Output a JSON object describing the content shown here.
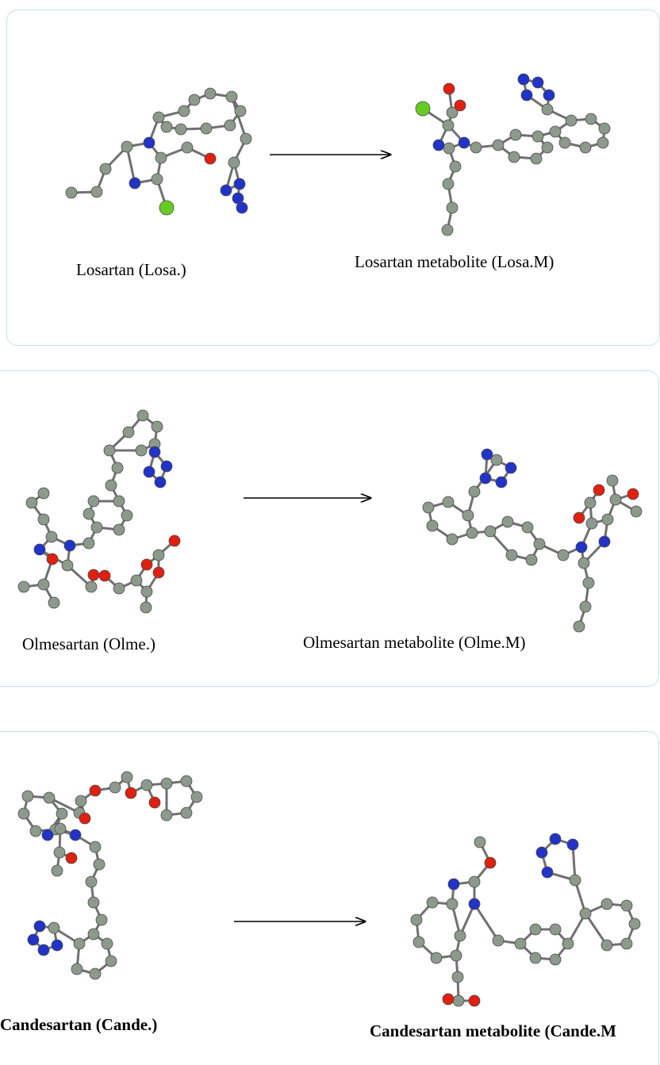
{
  "colors": {
    "carbon": "#8c9a8c",
    "nitrogen": "#2233c8",
    "oxygen": "#e02010",
    "chlorine": "#66cc22",
    "bond": "#707070",
    "panel_border": "#bfe3f0"
  },
  "rows": [
    {
      "parent_label": "Losartan (Losa.)",
      "metabolite_label": "Losartan metabolite (Losa.M)"
    },
    {
      "parent_label": "Olmesartan (Olme.)",
      "metabolite_label": "Olmesartan metabolite (Olme.M)"
    },
    {
      "parent_label": "Candesartan (Cande.)",
      "metabolite_label": "Candesartan metabolite (Cande.M"
    }
  ]
}
